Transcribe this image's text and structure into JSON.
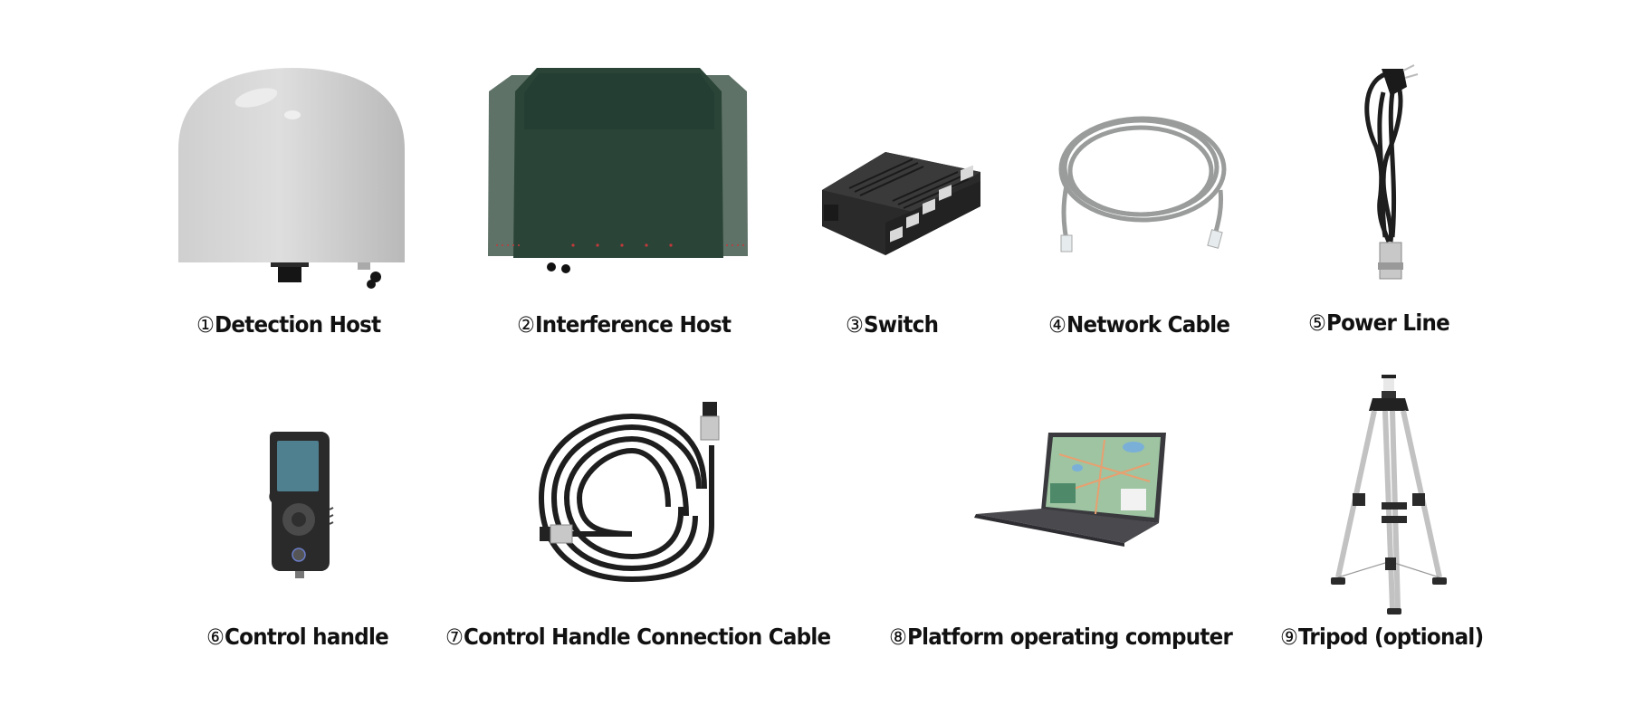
{
  "items": [
    {
      "num": "①",
      "label": "Detection Host",
      "icon": "radome-detection-host"
    },
    {
      "num": "②",
      "label": "Interference Host",
      "icon": "green-interference-host"
    },
    {
      "num": "③",
      "label": "Switch",
      "icon": "network-switch"
    },
    {
      "num": "④",
      "label": "Network Cable",
      "icon": "grey-ethernet-cable"
    },
    {
      "num": "⑤",
      "label": "Power Line",
      "icon": "black-power-cord"
    },
    {
      "num": "⑥",
      "label": "Control handle",
      "icon": "handheld-controller"
    },
    {
      "num": "⑦",
      "label": "Control Handle Connection Cable",
      "icon": "coiled-black-cable"
    },
    {
      "num": "⑧",
      "label": "Platform operating computer",
      "icon": "laptop-with-map"
    },
    {
      "num": "⑨",
      "label": "Tripod (optional)",
      "icon": "aluminum-tripod"
    }
  ],
  "colors": {
    "background": "#ffffff",
    "label": "#111111",
    "dome": "#d8d8d8",
    "interference_green": "#2b4438",
    "interference_side": "#5f7268",
    "switch": "#2a2a2a",
    "cable_grey": "#9a9c9c",
    "cable_black": "#1e1e1e",
    "handle_screen": "#4f8090"
  }
}
